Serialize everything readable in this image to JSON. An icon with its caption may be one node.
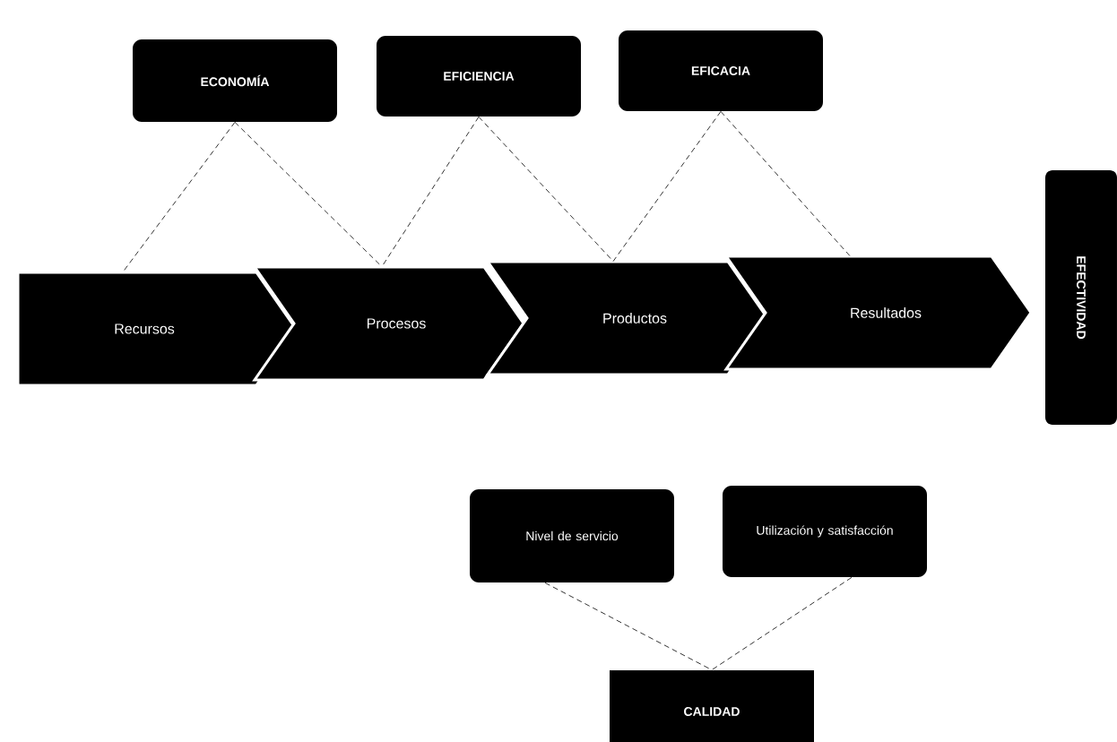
{
  "diagram": {
    "nodes": [
      {
        "text": [
          "ECONOMÍA"
        ]
      },
      {
        "text": [
          "EFICIENCIA"
        ]
      },
      {
        "text": [
          "EFICACIA"
        ]
      },
      {
        "text": [
          "Recursos"
        ]
      },
      {
        "text": [
          "Procesos"
        ]
      },
      {
        "text": [
          "Productos"
        ]
      },
      {
        "text": [
          "Resultados"
        ]
      },
      {
        "text": [
          "EFECTIVIDAD"
        ]
      },
      {
        "text": [
          "Nivel de servicio"
        ]
      },
      {
        "text": [
          "Utilización y satisfacción"
        ]
      },
      {
        "text": [
          "CALIDAD"
        ]
      }
    ],
    "edges": [
      {
        "from": 0,
        "to": 3,
        "arrow": "none",
        "style": "dashed"
      },
      {
        "from": 0,
        "to": 4,
        "arrow": "none",
        "style": "dashed"
      },
      {
        "from": 1,
        "to": 4,
        "arrow": "none",
        "style": "dashed"
      },
      {
        "from": 1,
        "to": 5,
        "arrow": "none",
        "style": "dashed"
      },
      {
        "from": 2,
        "to": 5,
        "arrow": "none",
        "style": "dashed"
      },
      {
        "from": 2,
        "to": 6,
        "arrow": "none",
        "style": "dashed"
      },
      {
        "from": 8,
        "to": 10,
        "arrow": "none",
        "style": "dashed"
      },
      {
        "from": 9,
        "to": 10,
        "arrow": "none",
        "style": "dashed"
      }
    ]
  }
}
